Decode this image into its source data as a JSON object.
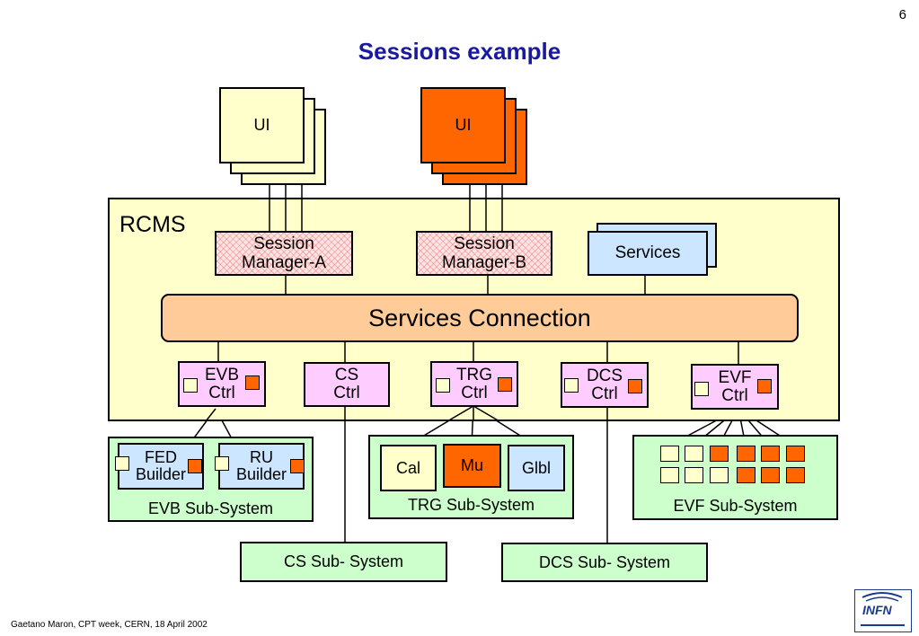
{
  "page_number": "6",
  "title": "Sessions example",
  "ui_label": "UI",
  "rcms_label": "RCMS",
  "session_managers": [
    {
      "line1": "Session",
      "line2": "Manager-A"
    },
    {
      "line1": "Session",
      "line2": "Manager-B"
    }
  ],
  "services_label": "Services",
  "services_connection": "Services Connection",
  "controllers": [
    {
      "line1": "EVB",
      "line2": "Ctrl"
    },
    {
      "line1": "CS",
      "line2": "Ctrl"
    },
    {
      "line1": "TRG",
      "line2": "Ctrl"
    },
    {
      "line1": "DCS",
      "line2": "Ctrl"
    },
    {
      "line1": "EVF",
      "line2": "Ctrl"
    }
  ],
  "evb_subsystem": {
    "label": "EVB Sub-System",
    "fed": {
      "line1": "FED",
      "line2": "Builder"
    },
    "ru": {
      "line1": "RU",
      "line2": "Builder"
    }
  },
  "trg_subsystem": {
    "label": "TRG Sub-System",
    "items": [
      "Cal",
      "Mu",
      "Glbl"
    ]
  },
  "evf_subsystem": {
    "label": "EVF Sub-System"
  },
  "cs_subsystem": {
    "label": "CS Sub- System"
  },
  "dcs_subsystem": {
    "label": "DCS Sub- System"
  },
  "footer": "Gaetano Maron, CPT week, CERN, 18 April 2002",
  "logo_text": "INFN",
  "colors": {
    "title": "#1a1aa0",
    "rcms_background": "#ffffcc",
    "active_ui": "#ff6600",
    "services_connection": "#ffcc99",
    "controller": "#ffccff",
    "subsystem": "#ccffcc",
    "services": "#cce6ff"
  }
}
